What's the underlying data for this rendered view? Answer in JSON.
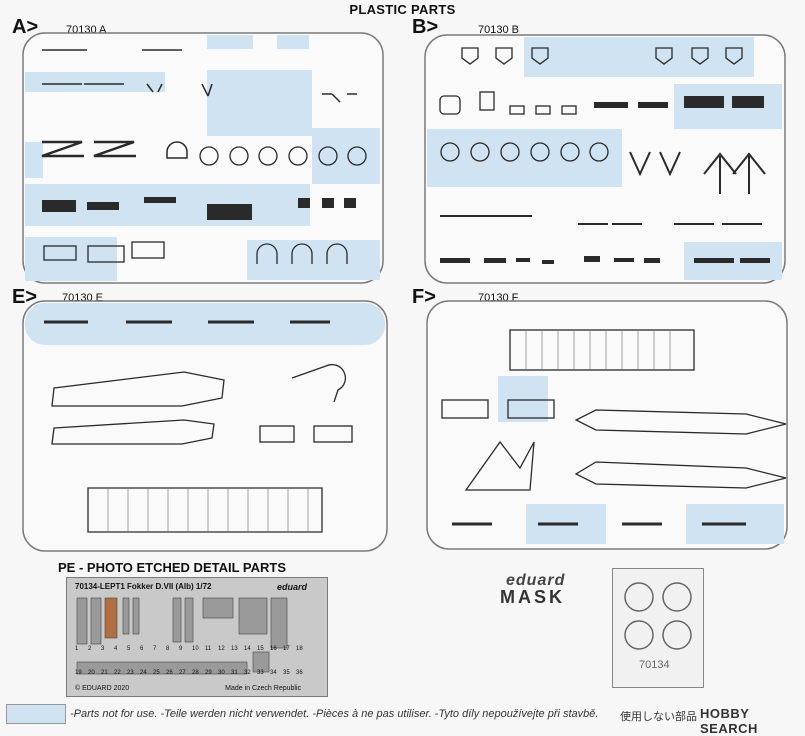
{
  "page": {
    "title": "PLASTIC PARTS",
    "pe_title": "PE - PHOTO ETCHED DETAIL PARTS",
    "legend_text": "-Parts not for use. -Teile werden nicht verwendet. -Pièces à ne pas utiliser. -Tyto díly nepoužívejte při stavbě.",
    "footer_jp": "使用しない部品",
    "watermark": "HOBBY SEARCH"
  },
  "sprues": [
    {
      "letter": "A>",
      "code": "70130 A"
    },
    {
      "letter": "B>",
      "code": "70130 B"
    },
    {
      "letter": "E>",
      "code": "70130 E"
    },
    {
      "letter": "F>",
      "code": "70130 F"
    }
  ],
  "pe_fret": {
    "header": "70134-LEPT1  Fokker D.VII (Alb)  1/72",
    "brand": "eduard",
    "copyright": "© EDUARD 2020",
    "made_in": "Made in Czech Republic",
    "numbers": [
      "1",
      "2",
      "3",
      "4",
      "5",
      "6",
      "7",
      "8",
      "9",
      "10",
      "11",
      "12",
      "13",
      "14",
      "15",
      "16",
      "17",
      "18",
      "19",
      "20",
      "21",
      "22",
      "23",
      "24",
      "25",
      "26",
      "27",
      "28",
      "29",
      "30",
      "31",
      "32",
      "33",
      "34",
      "35",
      "36"
    ]
  },
  "mask": {
    "brand": "eduard",
    "label": "MASK",
    "code": "70134"
  },
  "colors": {
    "unused_fill": "#cfe3f2",
    "outline": "#7a7a7a",
    "part": "#2a2a2a",
    "fret": "#c9c9c9"
  }
}
